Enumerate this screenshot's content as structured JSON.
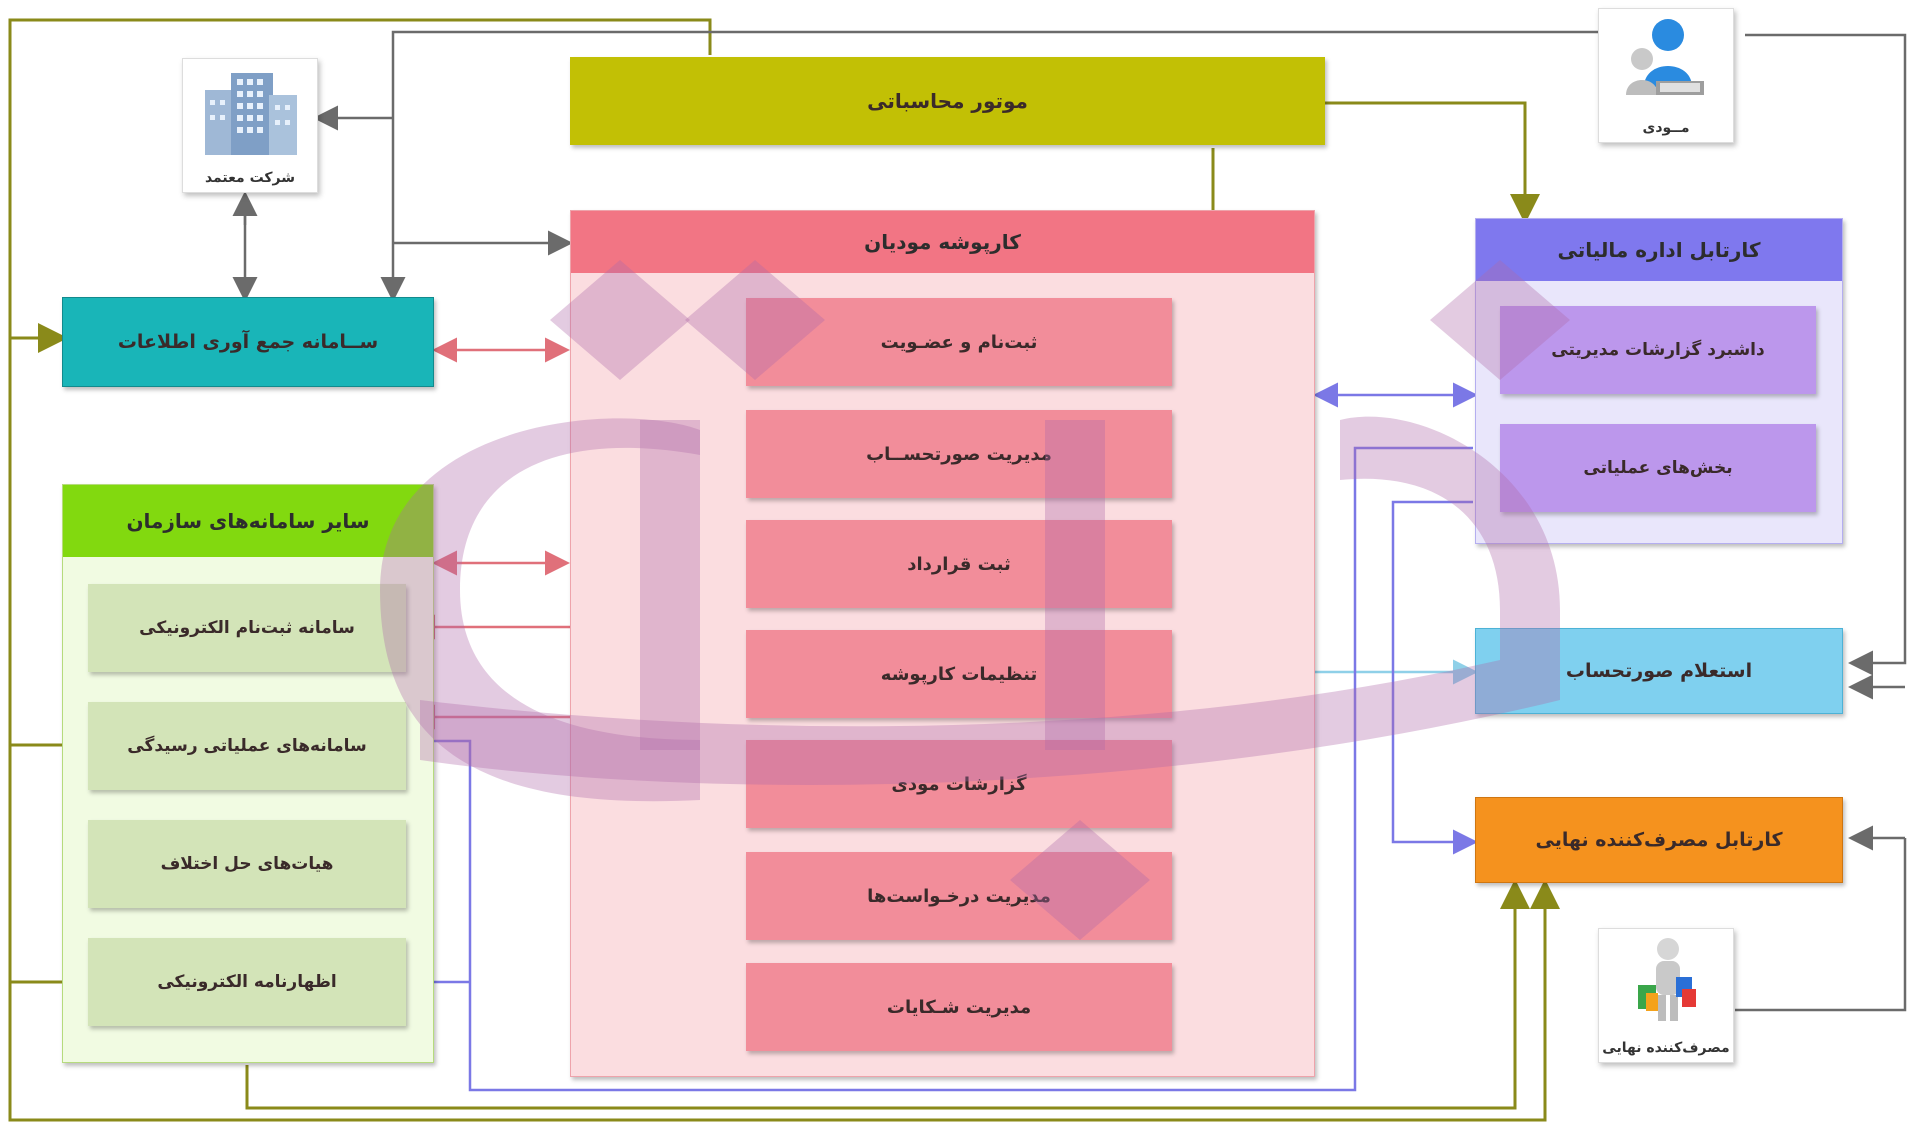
{
  "engine": {
    "label": "موتور محاسباتی"
  },
  "portal": {
    "title": "کارپوشه مودیان",
    "items": [
      "ثبت‌نام و عضـویت",
      "مدیریت صورتحســاب",
      "ثبت قرارداد",
      "تنظیمات کارپوشه",
      "گزارشات مودی",
      "مدیریت درخـواست‌ها",
      "مدیریت شـکایات"
    ]
  },
  "info_system": {
    "label": "ســامانه جمع آوری اطلاعات"
  },
  "trusted_company": {
    "label": "شرکت معتمد"
  },
  "other_systems": {
    "title": "سایر سامانه‌های سازمان",
    "items": [
      "سامانه ثبت‌نام الکترونیکی",
      "سامانه‌های عملیاتی رسیدگی",
      "هیات‌های حل اختلاف",
      "اظهارنامه الکترونیکی"
    ]
  },
  "tax_office": {
    "title": "کارتابل اداره مالیاتی",
    "items": [
      "داشبرد گزارشات مدیریتی",
      "بخش‌های عملیاتی"
    ]
  },
  "invoice_inquiry": {
    "label": "استعلام صورتحساب"
  },
  "consumer_cartable": {
    "label": "کارتابل مصرف‌کننده نهایی"
  },
  "taxpayer": {
    "label": "مــودی"
  },
  "end_consumer": {
    "label": "مصرف‌کننده نهایی"
  },
  "colors": {
    "olive": "#8a8a1a",
    "gray": "#6b6b6b",
    "red": "#e0707a",
    "blue": "#7b78e6",
    "lightblue": "#8fd0e8",
    "watermark": "#b06aa8"
  }
}
